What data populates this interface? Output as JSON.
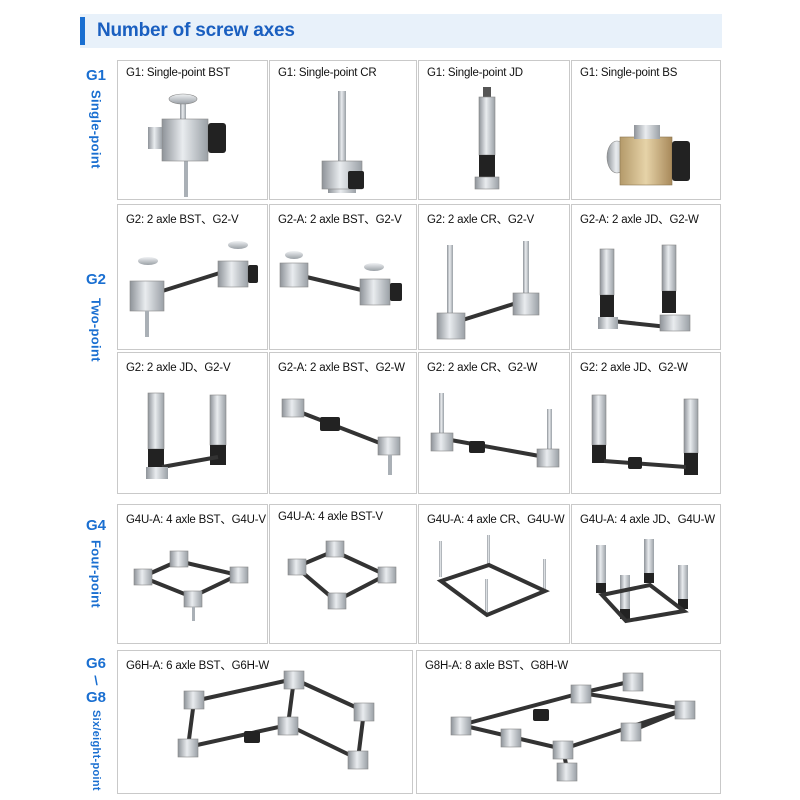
{
  "header": {
    "title": "Number of screw axes"
  },
  "groups": [
    {
      "code": "G1",
      "name": "Single-point"
    },
    {
      "code": "G2",
      "name": "Two-point"
    },
    {
      "code": "G4",
      "name": "Four-point"
    },
    {
      "code": "G6＼G8",
      "code_a": "G6",
      "code_sep": "\\",
      "code_b": "G8",
      "name": "Six/eight-point"
    }
  ],
  "cells": {
    "g1_bst": "G1: Single-point BST",
    "g1_cr": "G1: Single-point CR",
    "g1_jd": "G1: Single-point JD",
    "g1_bs": "G1: Single-point BS",
    "g2_r1_1": "G2: 2 axle BST、G2-V",
    "g2_r1_2": "G2-A: 2 axle BST、G2-V",
    "g2_r1_3": "G2: 2 axle CR、G2-V",
    "g2_r1_4": "G2-A: 2 axle JD、G2-W",
    "g2_r2_1": "G2: 2 axle JD、G2-V",
    "g2_r2_2": "G2-A: 2 axle BST、G2-W",
    "g2_r2_3": "G2: 2 axle CR、G2-W",
    "g2_r2_4": "G2: 2 axle JD、G2-W",
    "g4_1": "G4U-A: 4 axle BST、G4U-V",
    "g4_2": "G4U-A: 4 axle BST-V",
    "g4_3": "G4U-A: 4 axle CR、G4U-W",
    "g4_4": "G4U-A: 4 axle JD、G4U-W",
    "g6": "G6H-A: 6 axle BST、G6H-W",
    "g8": "G8H-A: 8 axle BST、G8H-W"
  }
}
